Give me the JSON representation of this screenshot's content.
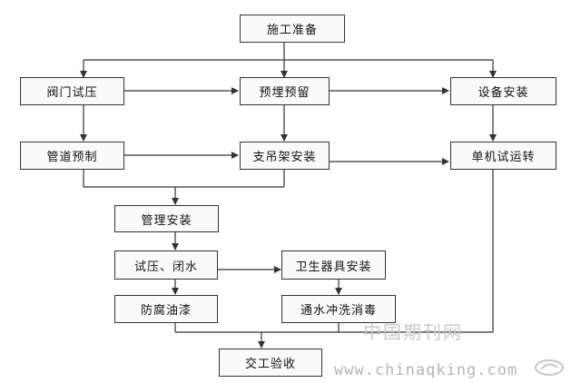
{
  "nodes": {
    "start": "施工准备",
    "valve": "阀门试压",
    "embed": "预埋预留",
    "equip": "设备安装",
    "prefab": "管道预制",
    "support": "支吊架安装",
    "trial": "单机试运转",
    "pipe": "管理安装",
    "pressure": "试压、闭水",
    "sanitary": "卫生器具安装",
    "paint": "防腐油漆",
    "flush": "通水冲洗消毒",
    "accept": "交工验收"
  },
  "watermark": {
    "cn": "中国期刊网",
    "url": "www.chinaqking.com"
  },
  "colors": {
    "line": "#333333",
    "box_border": "#333333",
    "watermark": "#c0c0c0"
  }
}
